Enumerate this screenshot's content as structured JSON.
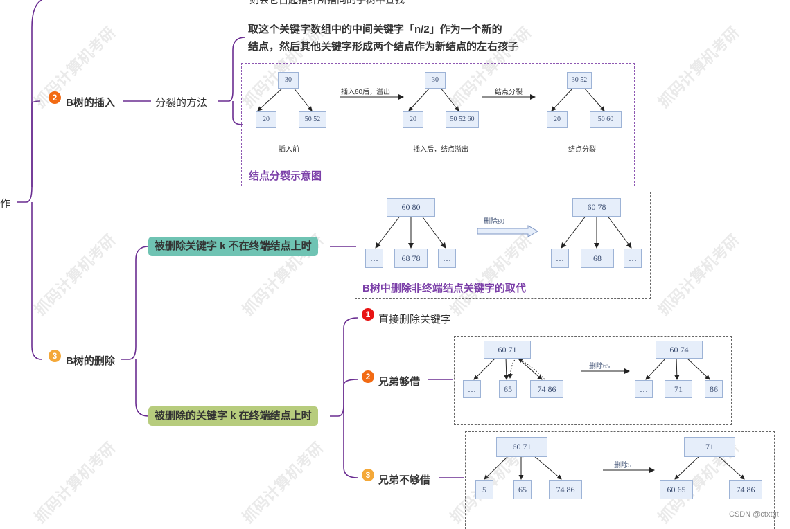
{
  "top_cut_text": "则会它自起指针所指向的子树中查找",
  "root_fragment": "作",
  "insert": {
    "badge": "2",
    "title": "B树的插入",
    "method": "分裂的方法",
    "desc_line1": "取这个关键字数组中的中间关键字「n/2」作为一个新的",
    "desc_line2": "结点，然后其他关键字形成两个结点作为新结点的左右孩子",
    "caption": "结点分裂示意图",
    "before_root": "30",
    "before_left": "20",
    "before_right": "50  52",
    "before_caption": "插入前",
    "arrow1_label": "插入60后，溢出",
    "overflow_root": "30",
    "overflow_left": "20",
    "overflow_right": "50  52  60",
    "overflow_caption": "插入后，结点溢出",
    "arrow2_label": "结点分裂",
    "split_root": "30  52",
    "split_left": "20",
    "split_right": "50  60",
    "split_caption": "结点分裂"
  },
  "delete": {
    "badge": "3",
    "title": "B树的删除",
    "nonleaf_label": "被删除关键字 k 不在终端结点上时",
    "nonleaf_caption": "B树中删除非终端结点关键字的取代",
    "nl_before_root": "60    80",
    "nl_before_c1": "…",
    "nl_before_c2": "68    78",
    "nl_before_c3": "…",
    "nl_arrow_label": "删除80",
    "nl_after_root": "60    78",
    "nl_after_c1": "…",
    "nl_after_c2": "68",
    "nl_after_c3": "…",
    "leaf_label": "被删除的关键字 k 在终端结点上时",
    "case1_badge": "1",
    "case1": "直接删除关键字",
    "case2_badge": "2",
    "case2": "兄弟够借",
    "c2_before_root": "60    71",
    "c2_before_c1": "…",
    "c2_before_c2": "65",
    "c2_before_c3": "74    86",
    "c2_arrow_label": "删除65",
    "c2_after_root": "60    74",
    "c2_after_c1": "…",
    "c2_after_c2": "71",
    "c2_after_c3": "86",
    "case3_badge": "3",
    "case3": "兄弟不够借",
    "c3_before_root": "60    71",
    "c3_before_c1": "5",
    "c3_before_c2": "65",
    "c3_before_c3": "74    86",
    "c3_arrow_label": "删除5",
    "c3_after_root": "71",
    "c3_after_c1": "60    65",
    "c3_after_c2": "74    86"
  },
  "watermark_text": "抓码计算机考研",
  "credit": "CSDN @ctxtgt",
  "colors": {
    "branch": "#6a2d91",
    "teal": "#6fc3b3",
    "green": "#b7cc7d",
    "caption": "#7b3fa8",
    "node_fill": "#e6eefa",
    "node_border": "#9db3d6"
  }
}
